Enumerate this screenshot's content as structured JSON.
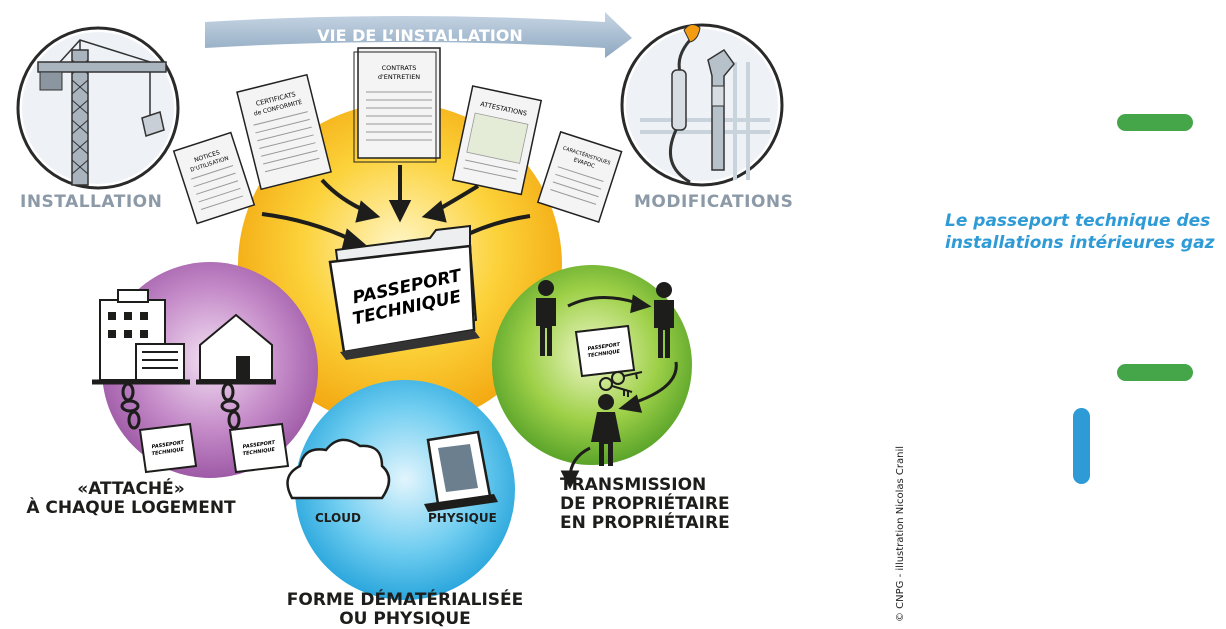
{
  "diagram": {
    "banner": "VIE DE L’INSTALLATION",
    "left_label": "INSTALLATION",
    "right_label": "MODIFICATIONS",
    "center_label": [
      "PASSEPORT",
      "TECHNIQUE"
    ],
    "documents": [
      {
        "line1": "NOTICES",
        "line2": "D'UTILISATION"
      },
      {
        "line1": "CERTIFICATS",
        "line2": "de CONFORMITÉ"
      },
      {
        "line1": "CONTRATS",
        "line2": "d'ENTRETIEN"
      },
      {
        "line1": "ATTESTATIONS",
        "line2": ""
      },
      {
        "line1": "CARACTÉRISTIQUES",
        "line2": "EVAPDC"
      }
    ],
    "attached_label": [
      "«ATTACHÉ»",
      "À CHAQUE LOGEMENT"
    ],
    "transmission_label": [
      "TRANSMISSION",
      "DE PROPRIÉTAIRE",
      "EN PROPRIÉTAIRE"
    ],
    "form_label": [
      "FORME DÉMATÉRIALISÉE",
      "OU PHYSIQUE"
    ],
    "cloud_label": "CLOUD",
    "physical_label": "PHYSIQUE",
    "mini_folder_label": [
      "PASSEPORT",
      "TECHNIQUE"
    ],
    "credit": "© CNPG - illustration Nicolas Cranil"
  },
  "caption": "Le passeport technique des installations intérieures gaz",
  "colors": {
    "accent_green": "#45a549",
    "accent_blue": "#2e9bd6",
    "circle_yellow": "#f7b91c",
    "circle_purple": "#b47ab8",
    "circle_blue": "#5cc4ec",
    "circle_green": "#8cc63f"
  }
}
